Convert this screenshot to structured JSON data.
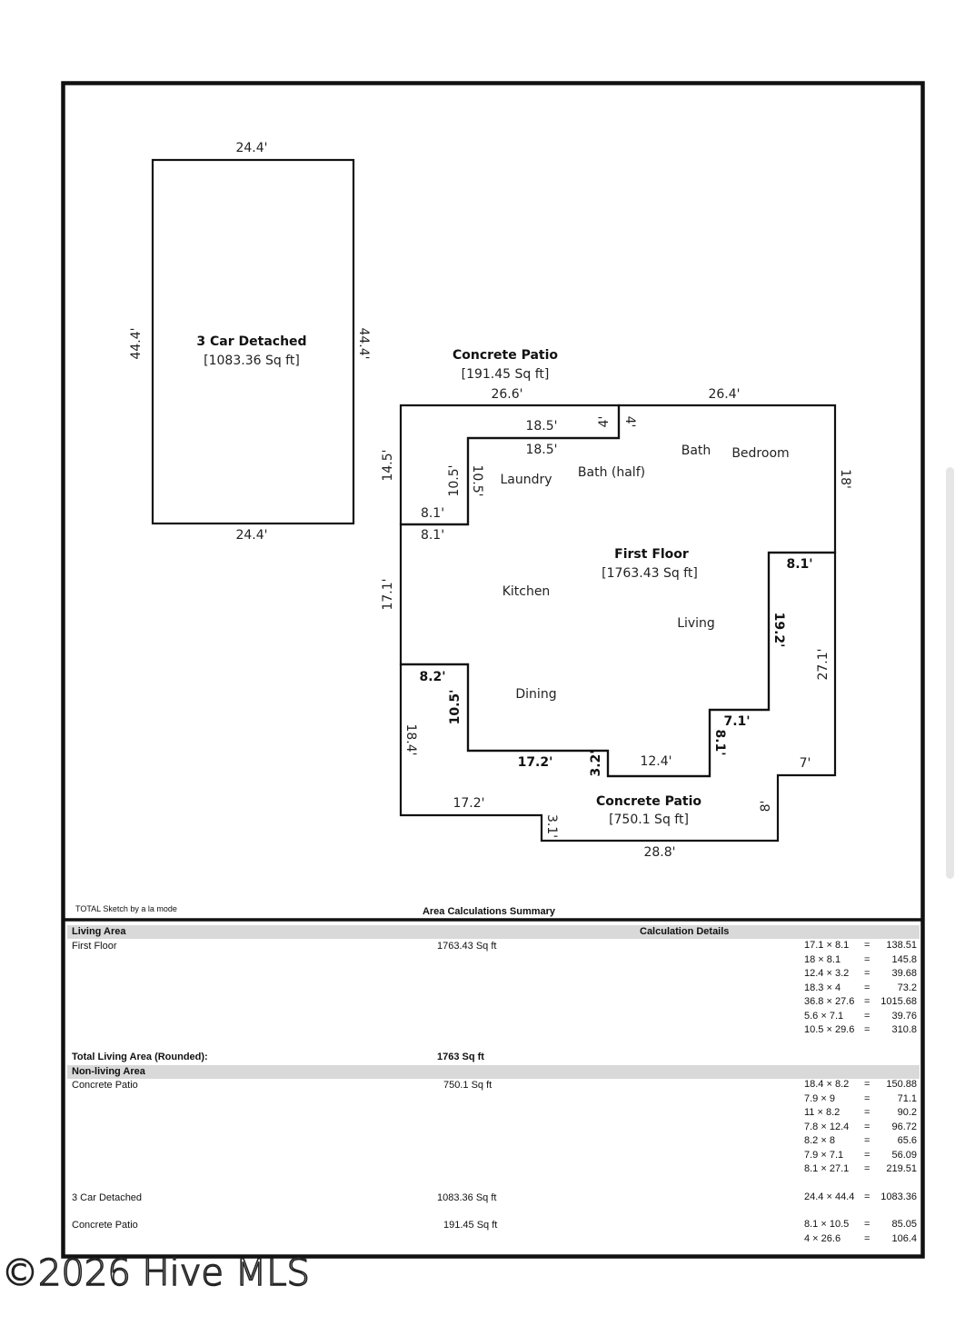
{
  "sketch": {
    "garage": {
      "title": "3 Car Detached",
      "area": "[1083.36 Sq ft]",
      "dims": {
        "top": "24.4'",
        "bottom": "24.4'",
        "left": "44.4'",
        "right": "44.4'"
      }
    },
    "patio_top": {
      "title": "Concrete Patio",
      "area": "[191.45 Sq ft]",
      "dims": {
        "top": "26.6'",
        "upper": "18.5'",
        "lower": "18.5'",
        "left": "14.5'",
        "inner_left": "10.5'",
        "inner_right": "10.5'",
        "step_a": "4'",
        "step_b": "4'",
        "bottom_a": "8.1'",
        "bottom_b": "8.1'"
      }
    },
    "first_floor": {
      "title": "First Floor",
      "area": "[1763.43 Sq ft]",
      "dims": {
        "top_right": "26.4'",
        "right_upper": "18'",
        "notch_top": "8.1'",
        "notch_side": "19.2'",
        "step_top": "7.1'",
        "step_side": "8.1'",
        "bottom_mid": "12.4'",
        "bottom_step": "3.2'",
        "bottom_left": "17.2'",
        "left_lower": "10.5'",
        "corner": "8.2'",
        "left_mid": "17.1'"
      },
      "rooms": [
        "Laundry",
        "Bath (half)",
        "Bath",
        "Bedroom",
        "Kitchen",
        "Living",
        "Dining"
      ]
    },
    "patio_bottom": {
      "title": "Concrete Patio",
      "area": "[750.1 Sq ft]",
      "dims": {
        "left": "18.4'",
        "top_left": "17.2'",
        "step": "3.1'",
        "bottom": "28.8'",
        "right_step": "8'",
        "top_right": "7'",
        "right": "27.1'"
      }
    },
    "credit": "TOTAL Sketch by a la mode"
  },
  "summary": {
    "title": "Area Calculations Summary",
    "living_header": "Living Area",
    "calc_header": "Calculation Details",
    "first_floor_label": "First Floor",
    "first_floor_area": "1763.43 Sq ft",
    "first_floor_calcs": [
      {
        "expr": "17.1 × 8.1",
        "result": "138.51"
      },
      {
        "expr": "18 × 8.1",
        "result": "145.8"
      },
      {
        "expr": "12.4 × 3.2",
        "result": "39.68"
      },
      {
        "expr": "18.3 × 4",
        "result": "73.2"
      },
      {
        "expr": "36.8 × 27.6",
        "result": "1015.68"
      },
      {
        "expr": "5.6 × 7.1",
        "result": "39.76"
      },
      {
        "expr": "10.5 × 29.6",
        "result": "310.8"
      }
    ],
    "total_label": "Total Living Area (Rounded):",
    "total_value": "1763 Sq ft",
    "nonliving_header": "Non-living Area",
    "patio1_label": "Concrete Patio",
    "patio1_area": "750.1 Sq ft",
    "patio1_calcs": [
      {
        "expr": "18.4 × 8.2",
        "result": "150.88"
      },
      {
        "expr": "7.9 × 9",
        "result": "71.1"
      },
      {
        "expr": "11 × 8.2",
        "result": "90.2"
      },
      {
        "expr": "7.8 × 12.4",
        "result": "96.72"
      },
      {
        "expr": "8.2 × 8",
        "result": "65.6"
      },
      {
        "expr": "7.9 × 7.1",
        "result": "56.09"
      },
      {
        "expr": "8.1 × 27.1",
        "result": "219.51"
      }
    ],
    "garage_label": "3 Car Detached",
    "garage_area": "1083.36 Sq ft",
    "garage_calcs": [
      {
        "expr": "24.4 × 44.4",
        "result": "1083.36"
      }
    ],
    "patio2_label": "Concrete Patio",
    "patio2_area": "191.45 Sq ft",
    "patio2_calcs": [
      {
        "expr": "8.1 × 10.5",
        "result": "85.05"
      },
      {
        "expr": "4 × 26.6",
        "result": "106.4"
      }
    ],
    "equals": "="
  },
  "watermark": "©2026 Hive MLS"
}
